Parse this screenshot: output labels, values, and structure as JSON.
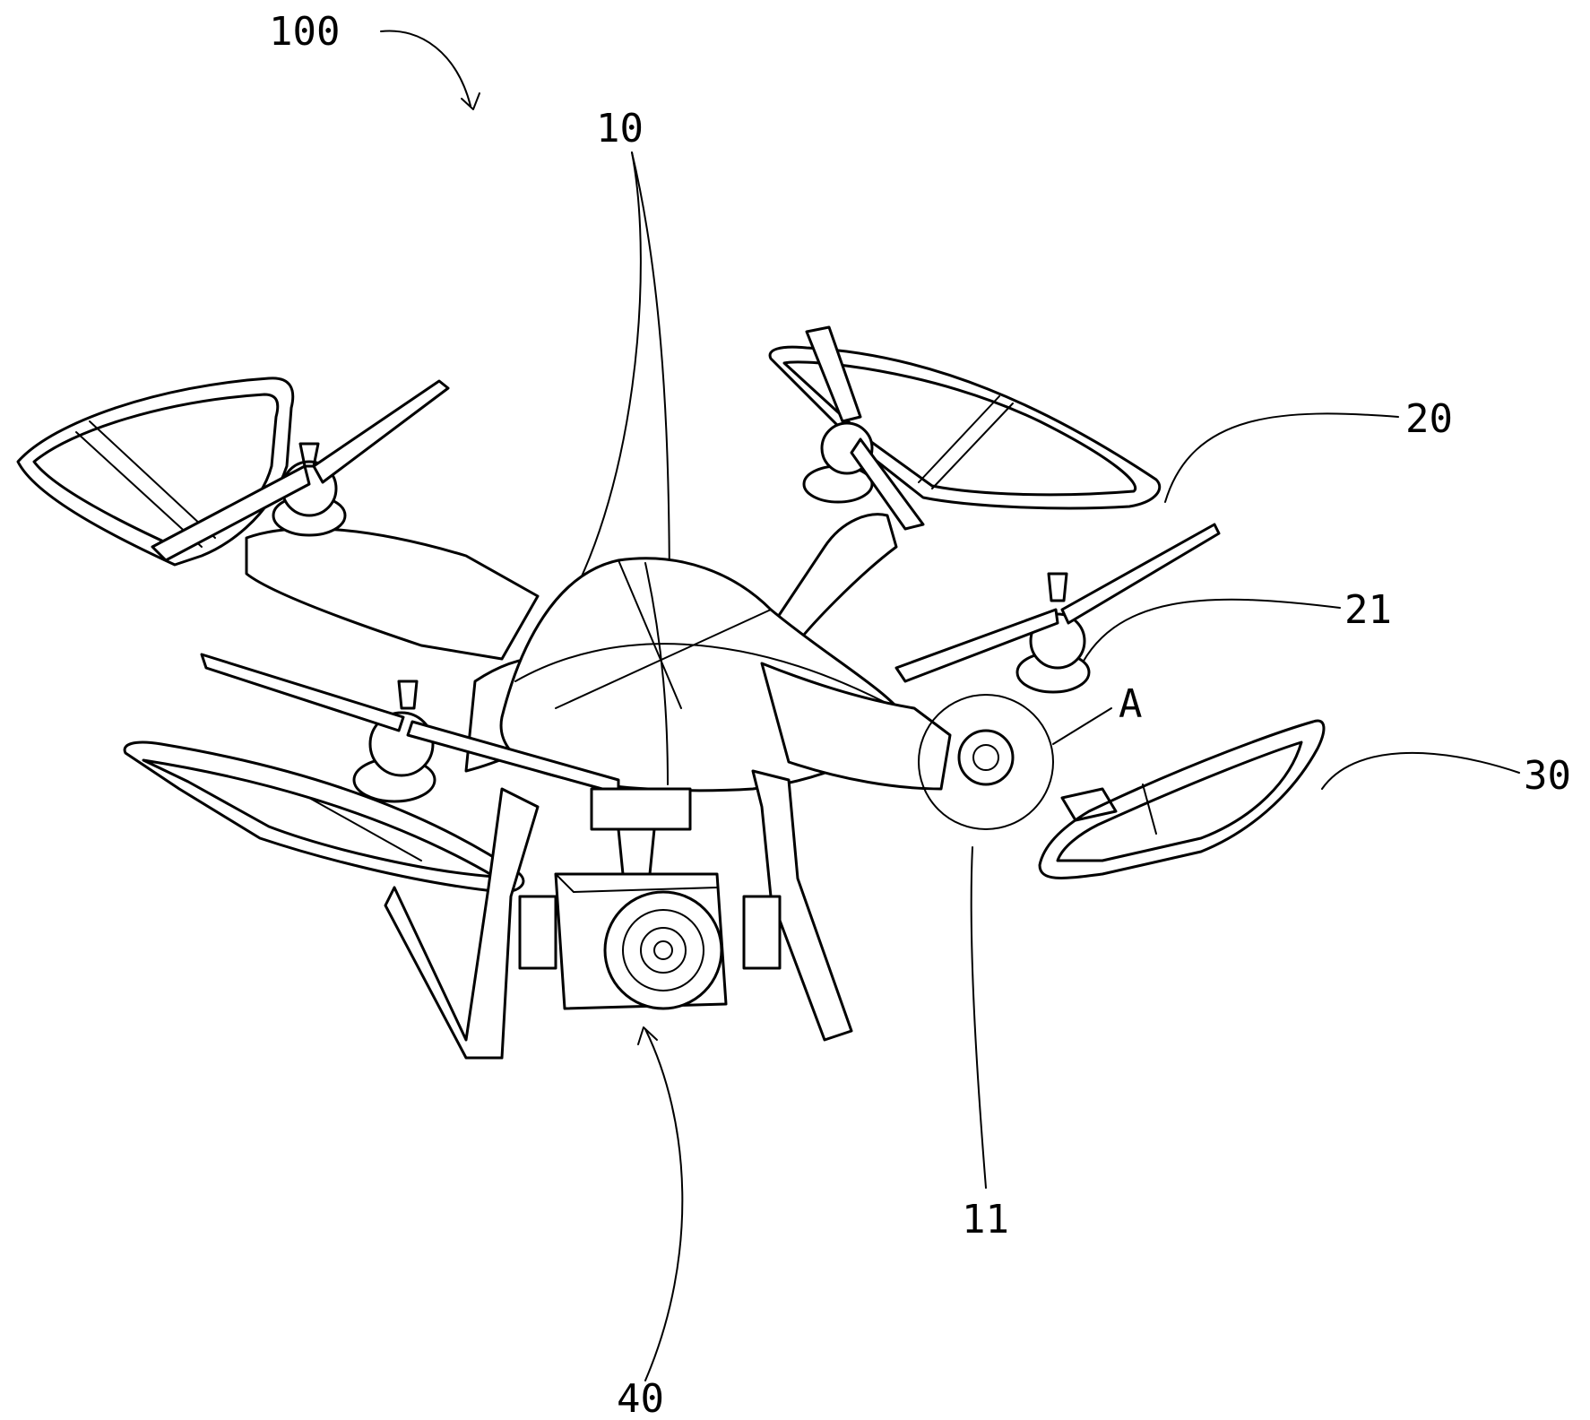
{
  "figure": {
    "labels": {
      "assembly": "100",
      "body": "10",
      "propeller": "20",
      "motor": "21",
      "detail": "A",
      "guard": "30",
      "arm_end": "11",
      "camera": "40"
    }
  }
}
